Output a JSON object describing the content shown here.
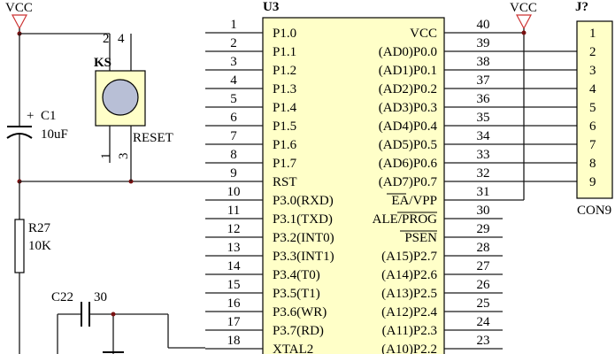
{
  "chip": {
    "ref": "U3",
    "left_pins": [
      {
        "num": "1",
        "name": "P1.0"
      },
      {
        "num": "2",
        "name": "P1.1"
      },
      {
        "num": "3",
        "name": "P1.2"
      },
      {
        "num": "4",
        "name": "P1.3"
      },
      {
        "num": "5",
        "name": "P1.4"
      },
      {
        "num": "6",
        "name": "P1.5"
      },
      {
        "num": "7",
        "name": "P1.6"
      },
      {
        "num": "8",
        "name": "P1.7"
      },
      {
        "num": "9",
        "name": "RST"
      },
      {
        "num": "10",
        "name": "P3.0(RXD)"
      },
      {
        "num": "11",
        "name": "P3.1(TXD)"
      },
      {
        "num": "12",
        "name": "P3.2(INT0)"
      },
      {
        "num": "13",
        "name": "P3.3(INT1)"
      },
      {
        "num": "14",
        "name": "P3.4(T0)"
      },
      {
        "num": "15",
        "name": "P3.5(T1)"
      },
      {
        "num": "16",
        "name": "P3.6(WR)"
      },
      {
        "num": "17",
        "name": "P3.7(RD)"
      },
      {
        "num": "18",
        "name": "XTAL2"
      }
    ],
    "right_pins": [
      {
        "num": "40",
        "name": "VCC"
      },
      {
        "num": "39",
        "name": "(AD0)P0.0"
      },
      {
        "num": "38",
        "name": "(AD1)P0.1"
      },
      {
        "num": "37",
        "name": "(AD2)P0.2"
      },
      {
        "num": "36",
        "name": "(AD3)P0.3"
      },
      {
        "num": "35",
        "name": "(AD4)P0.4"
      },
      {
        "num": "34",
        "name": "(AD5)P0.5"
      },
      {
        "num": "33",
        "name": "(AD6)P0.6"
      },
      {
        "num": "32",
        "name": "(AD7)P0.7"
      },
      {
        "num": "31",
        "name": "EA/VPP"
      },
      {
        "num": "30",
        "name": "ALE/PROG"
      },
      {
        "num": "29",
        "name": "PSEN"
      },
      {
        "num": "28",
        "name": "(A15)P2.7"
      },
      {
        "num": "27",
        "name": "(A14)P2.6"
      },
      {
        "num": "26",
        "name": "(A13)P2.5"
      },
      {
        "num": "25",
        "name": "(A12)P2.4"
      },
      {
        "num": "24",
        "name": "(A11)P2.3"
      },
      {
        "num": "23",
        "name": "(A10)P2.2"
      }
    ]
  },
  "vcc_left": "VCC",
  "vcc_right": "VCC",
  "c1": {
    "ref": "C1",
    "value": "10uF",
    "polarity": "+"
  },
  "switch": {
    "ref": "KS",
    "label": "RESET",
    "pins": [
      "2",
      "4",
      "1",
      "3"
    ]
  },
  "r27": {
    "ref": "R27",
    "value": "10K"
  },
  "c22": {
    "ref": "C22",
    "value": "30"
  },
  "connector": {
    "ref": "J?",
    "name": "CON9",
    "pins": [
      "1",
      "2",
      "3",
      "4",
      "5",
      "6",
      "7",
      "8",
      "9"
    ]
  }
}
